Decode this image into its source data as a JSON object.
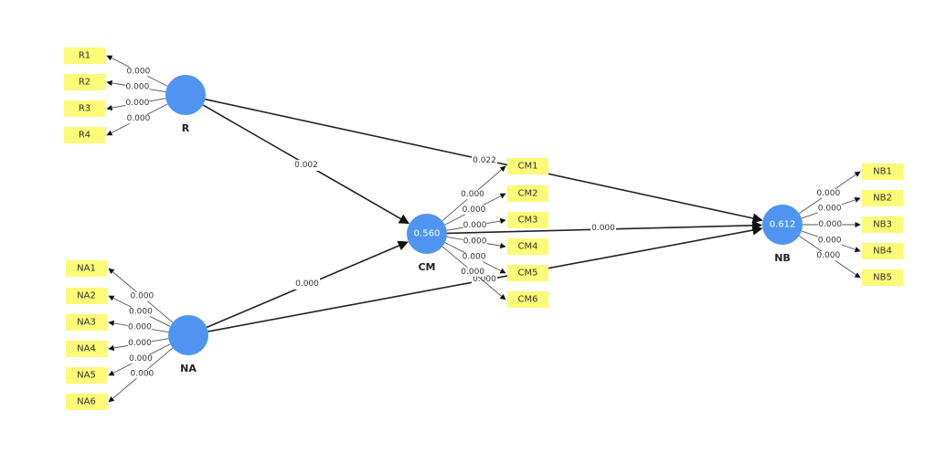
{
  "diagram": {
    "colors": {
      "construct": "#4f94f0",
      "indicator": "#fbfb78",
      "path": "#222222"
    },
    "constructs": [
      {
        "id": "R",
        "label": "R",
        "r2": "",
        "indicators": [
          "R1",
          "R2",
          "R3",
          "R4"
        ],
        "loadings": [
          "0.000",
          "0.000",
          "0.000",
          "0.000"
        ],
        "direction": "out-left"
      },
      {
        "id": "NA",
        "label": "NA",
        "r2": "",
        "indicators": [
          "NA1",
          "NA2",
          "NA3",
          "NA4",
          "NA5",
          "NA6"
        ],
        "loadings": [
          "0.000",
          "0.000",
          "0.000",
          "0.000",
          "0.000",
          "0.000"
        ],
        "direction": "out-left"
      },
      {
        "id": "CM",
        "label": "CM",
        "r2": "0.560",
        "indicators": [
          "CM1",
          "CM2",
          "CM3",
          "CM4",
          "CM5",
          "CM6"
        ],
        "loadings": [
          "0.000",
          "0.000",
          "0.000",
          "0.000",
          "0.000",
          "0.000"
        ],
        "direction": "out-right"
      },
      {
        "id": "NB",
        "label": "NB",
        "r2": "0.612",
        "indicators": [
          "NB1",
          "NB2",
          "NB3",
          "NB4",
          "NB5"
        ],
        "loadings": [
          "0.000",
          "0.000",
          "0.000",
          "0.000",
          "0.000"
        ],
        "direction": "out-right"
      }
    ],
    "paths": [
      {
        "from": "R",
        "to": "CM",
        "value": "0.002"
      },
      {
        "from": "R",
        "to": "NB",
        "value": "0.022"
      },
      {
        "from": "NA",
        "to": "CM",
        "value": "0.000"
      },
      {
        "from": "NA",
        "to": "NB",
        "value": "0.000"
      },
      {
        "from": "CM",
        "to": "NB",
        "value": "0.000"
      }
    ]
  }
}
